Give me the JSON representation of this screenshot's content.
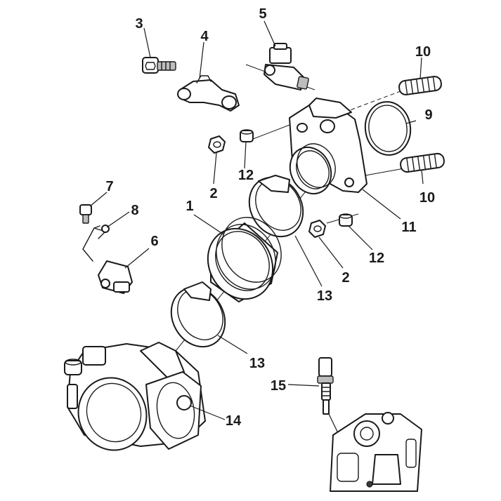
{
  "callouts": [
    {
      "id": "c1",
      "text": "1"
    },
    {
      "id": "c2a",
      "text": "2"
    },
    {
      "id": "c2b",
      "text": "2"
    },
    {
      "id": "c3",
      "text": "3"
    },
    {
      "id": "c4",
      "text": "4"
    },
    {
      "id": "c5",
      "text": "5"
    },
    {
      "id": "c6",
      "text": "6"
    },
    {
      "id": "c7",
      "text": "7"
    },
    {
      "id": "c8",
      "text": "8"
    },
    {
      "id": "c9",
      "text": "9"
    },
    {
      "id": "c10a",
      "text": "10"
    },
    {
      "id": "c10b",
      "text": "10"
    },
    {
      "id": "c11",
      "text": "11"
    },
    {
      "id": "c12a",
      "text": "12"
    },
    {
      "id": "c12b",
      "text": "12"
    },
    {
      "id": "c13a",
      "text": "13"
    },
    {
      "id": "c13b",
      "text": "13"
    },
    {
      "id": "c14",
      "text": "14"
    },
    {
      "id": "c15",
      "text": "15"
    }
  ]
}
